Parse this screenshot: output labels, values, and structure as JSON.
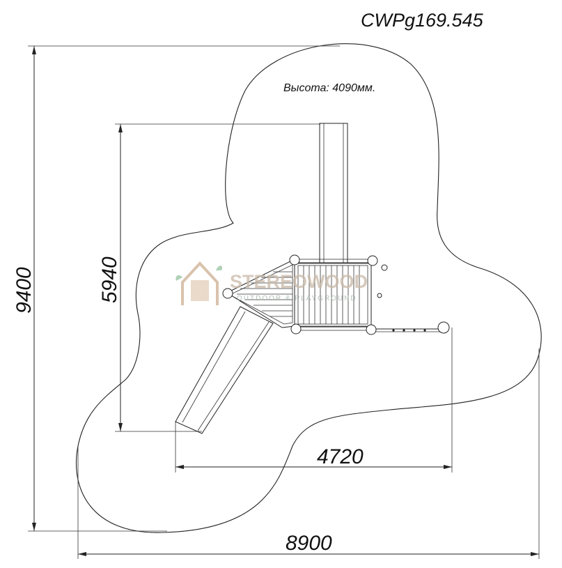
{
  "title": "CWPg169.545",
  "height_note": "Высота: 4090мм.",
  "dimensions": {
    "total_height": "9400",
    "structure_height": "5940",
    "structure_width": "4720",
    "total_width": "8900"
  },
  "watermark": {
    "brand": "STEREOWOOD",
    "tagline": "OUTDOOR & PLAYGROUND"
  },
  "colors": {
    "lines": "#222222",
    "watermark_brand": "#c9b9a7",
    "watermark_leaf": "#8fbf9a"
  }
}
